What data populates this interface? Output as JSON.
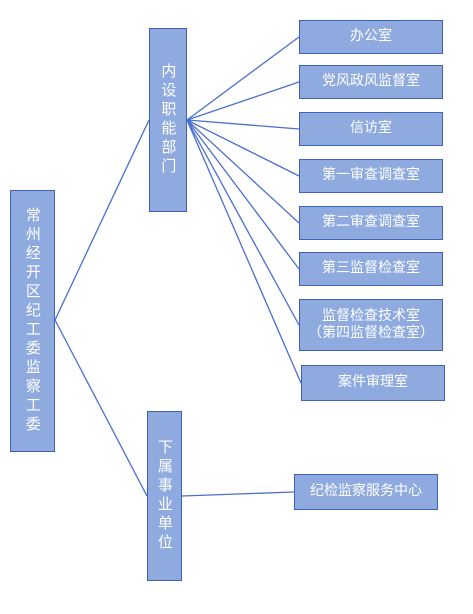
{
  "root": {
    "label": "常州经开区纪工委监察工委"
  },
  "branches": {
    "internal": {
      "label": "内设职能部门"
    },
    "affiliated": {
      "label": "下属事业单位"
    }
  },
  "departments": [
    {
      "lines": [
        "办公室"
      ]
    },
    {
      "lines": [
        "党风政风监督室"
      ]
    },
    {
      "lines": [
        "信访室"
      ]
    },
    {
      "lines": [
        "第一审查调查室"
      ]
    },
    {
      "lines": [
        "第二审查调查室"
      ]
    },
    {
      "lines": [
        "第三监督检查室"
      ]
    },
    {
      "lines": [
        "监督检查技术室",
        "（第四监督检查室）"
      ]
    },
    {
      "lines": [
        "案件审理室"
      ]
    }
  ],
  "units": [
    {
      "lines": [
        "纪检监察服务中心"
      ]
    }
  ],
  "colors": {
    "box_fill": "#8eaadf",
    "box_border": "#3f62b8",
    "connector": "#4a6fd1",
    "text": "#ffffff"
  }
}
